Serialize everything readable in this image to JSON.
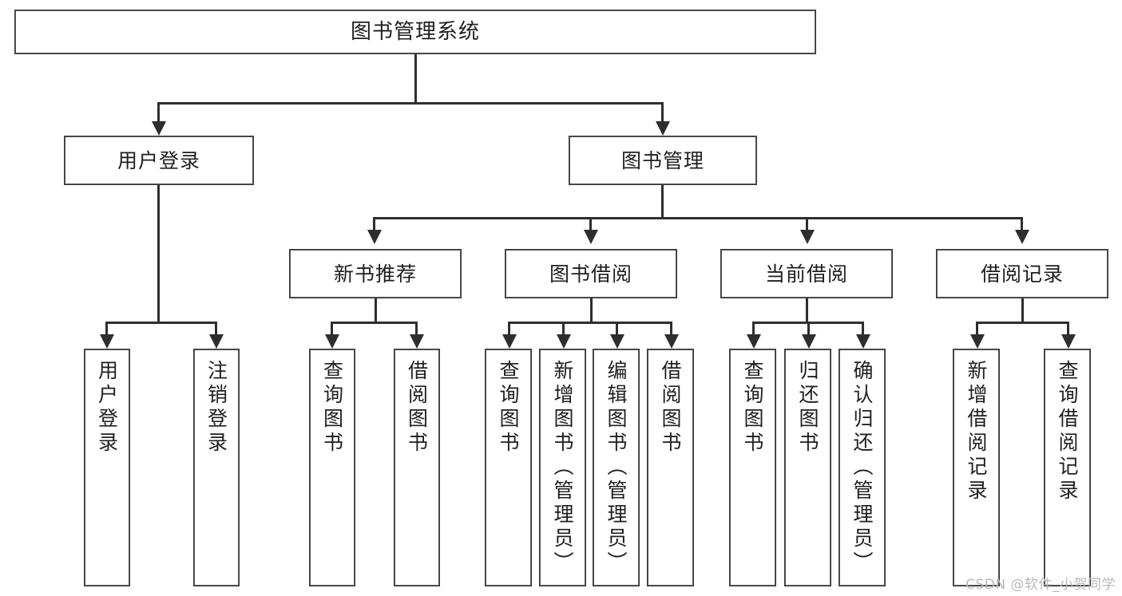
{
  "diagram": {
    "title": "图书管理系统",
    "watermark": "CSDN @软件_小贺同学",
    "accent_colors": {
      "box_border": "#3a3a3a",
      "connector": "#2e2e2e",
      "background": "#ffffff",
      "text": "#1f1f1f",
      "watermark": "#b9b9b9"
    },
    "root": {
      "label": "图书管理系统"
    },
    "level2": [
      {
        "label": "用户登录"
      },
      {
        "label": "图书管理"
      }
    ],
    "level3": [
      {
        "label": "新书推荐"
      },
      {
        "label": "图书借阅"
      },
      {
        "label": "当前借阅"
      },
      {
        "label": "借阅记录"
      }
    ],
    "leaves": {
      "user_login": [
        {
          "label": "用户登录"
        },
        {
          "label": "注销登录"
        }
      ],
      "new_book_recommend": [
        {
          "label": "查询图书"
        },
        {
          "label": "借阅图书"
        }
      ],
      "book_borrow": [
        {
          "label": "查询图书"
        },
        {
          "label": "新增图书（管理员）"
        },
        {
          "label": "编辑图书（管理员）"
        },
        {
          "label": "借阅图书"
        }
      ],
      "current_borrow": [
        {
          "label": "查询图书"
        },
        {
          "label": "归还图书"
        },
        {
          "label": "确认归还（管理员）"
        }
      ],
      "borrow_record": [
        {
          "label": "新增借阅记录"
        },
        {
          "label": "查询借阅记录"
        }
      ]
    }
  }
}
